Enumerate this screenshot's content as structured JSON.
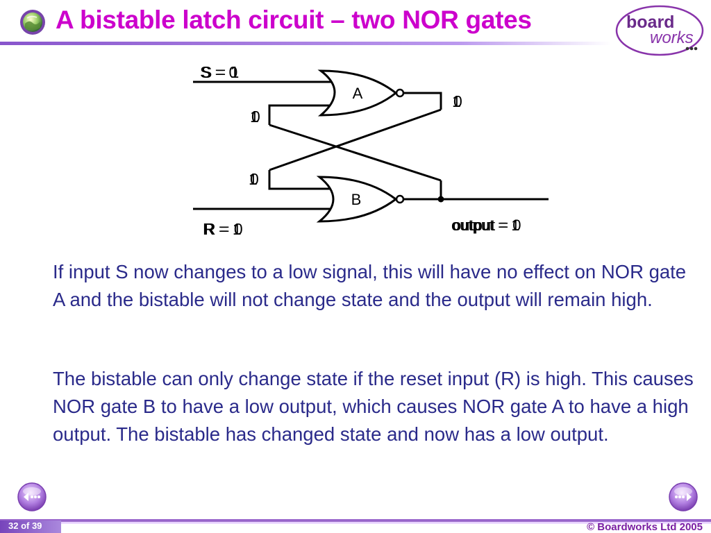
{
  "header": {
    "title": "A bistable latch circuit – two NOR gates",
    "logo": {
      "line1": "board",
      "line2": "works"
    }
  },
  "diagram": {
    "gate_a": {
      "label": "A"
    },
    "gate_b": {
      "label": "B"
    },
    "labels": {
      "s_input": "S = 1",
      "s_input_ghost": "S = 0",
      "r_input": "R = 0",
      "r_input_ghost": "R = 1",
      "a_lower_input": "0",
      "a_lower_input_ghost": "1",
      "a_output": "0",
      "a_output_ghost": "1",
      "b_upper_input": "0",
      "b_upper_input_ghost": "1",
      "output": "output = 0",
      "output_ghost": "output = 1"
    }
  },
  "paragraphs": [
    "If input S now changes to a low signal, this will have no effect on NOR gate A and the bistable will not change state and the output will remain high.",
    "The bistable can only change state if the reset input (R) is high. This causes NOR gate B to have a low output, which causes NOR gate A to have a high output. The bistable has changed state and now has a low output."
  ],
  "footer": {
    "page": "32 of 39",
    "copyright": "© Boardworks Ltd 2005"
  },
  "colors": {
    "title": "#cc00cc",
    "body_text": "#2a2a8a",
    "footer_bar": "#9966cc",
    "copyright": "#7a1fa2"
  }
}
